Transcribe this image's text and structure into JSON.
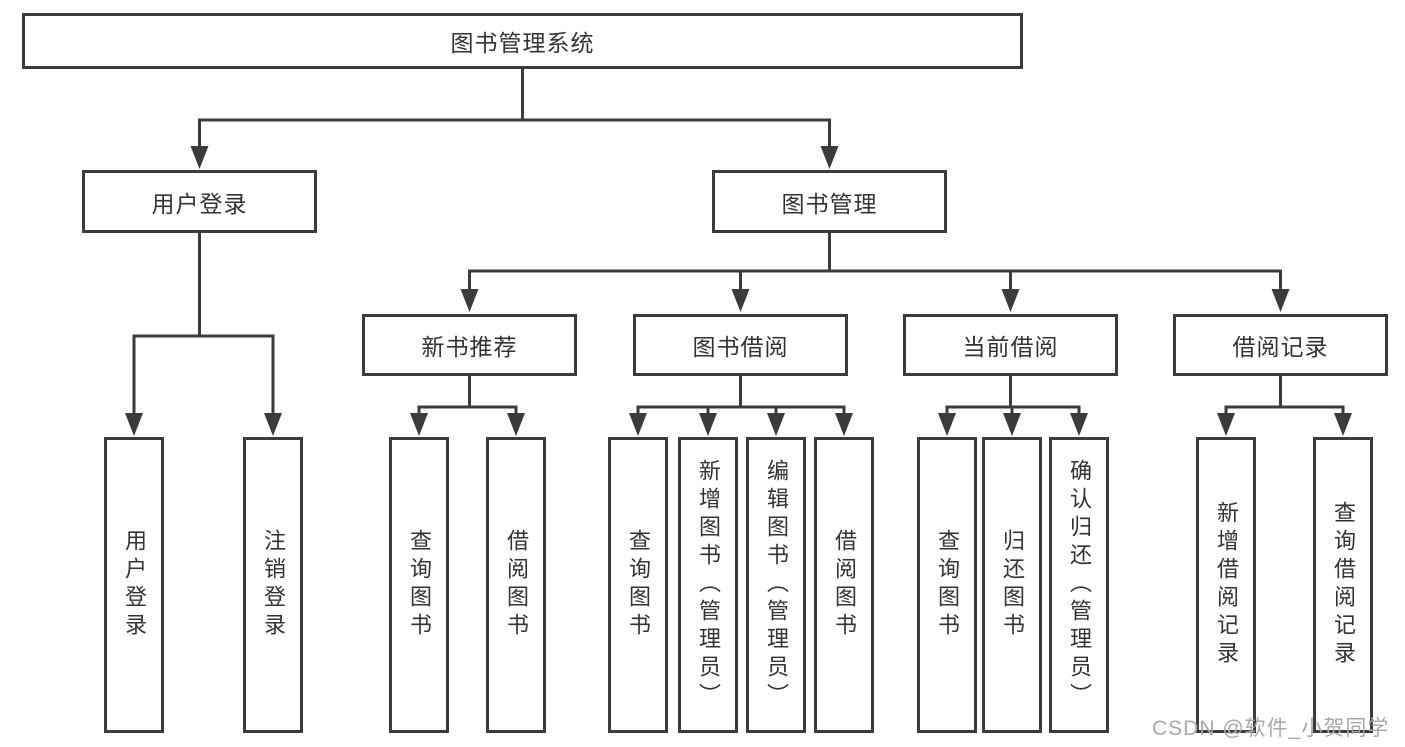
{
  "colors": {
    "line": "#3b3b3b",
    "text": "#333333",
    "background": "#ffffff",
    "watermark": "#a9a9a9"
  },
  "watermark": "CSDN @软件_小贺同学",
  "tree": {
    "root": "图书管理系统",
    "branches": [
      {
        "label": "用户登录",
        "children": [
          "用户登录",
          "注销登录"
        ]
      },
      {
        "label": "图书管理",
        "children": [
          {
            "label": "新书推荐",
            "children": [
              "查询图书",
              "借阅图书"
            ]
          },
          {
            "label": "图书借阅",
            "children": [
              "查询图书",
              "新增图书（管理员）",
              "编辑图书（管理员）",
              "借阅图书"
            ]
          },
          {
            "label": "当前借阅",
            "children": [
              "查询图书",
              "归还图书",
              "确认归还（管理员）"
            ]
          },
          {
            "label": "借阅记录",
            "children": [
              "新增借阅记录",
              "查询借阅记录"
            ]
          }
        ]
      }
    ]
  }
}
